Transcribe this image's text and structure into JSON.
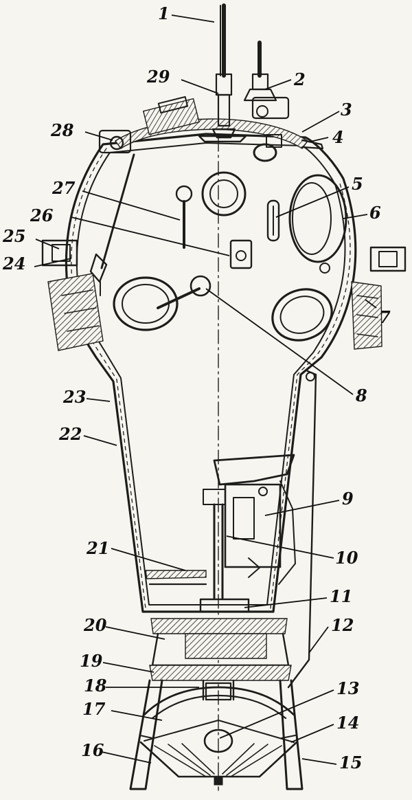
{
  "callouts": [
    {
      "id": "1",
      "label": "1"
    },
    {
      "id": "2",
      "label": "2"
    },
    {
      "id": "3",
      "label": "3"
    },
    {
      "id": "4",
      "label": "4"
    },
    {
      "id": "5",
      "label": "5"
    },
    {
      "id": "6",
      "label": "6"
    },
    {
      "id": "7",
      "label": "7"
    },
    {
      "id": "8",
      "label": "8"
    },
    {
      "id": "9",
      "label": "9"
    },
    {
      "id": "10",
      "label": "10"
    },
    {
      "id": "11",
      "label": "11"
    },
    {
      "id": "12",
      "label": "12"
    },
    {
      "id": "13",
      "label": "13"
    },
    {
      "id": "14",
      "label": "14"
    },
    {
      "id": "15",
      "label": "15"
    },
    {
      "id": "16",
      "label": "16"
    },
    {
      "id": "17",
      "label": "17"
    },
    {
      "id": "18",
      "label": "18"
    },
    {
      "id": "19",
      "label": "19"
    },
    {
      "id": "20",
      "label": "20"
    },
    {
      "id": "21",
      "label": "21"
    },
    {
      "id": "22",
      "label": "22"
    },
    {
      "id": "23",
      "label": "23"
    },
    {
      "id": "24",
      "label": "24"
    },
    {
      "id": "25",
      "label": "25"
    },
    {
      "id": "26",
      "label": "26"
    },
    {
      "id": "27",
      "label": "27"
    },
    {
      "id": "28",
      "label": "28"
    },
    {
      "id": "29",
      "label": "29"
    }
  ],
  "colors": {
    "ink": "#1d1d1b",
    "paper": "#f7f5ef"
  }
}
